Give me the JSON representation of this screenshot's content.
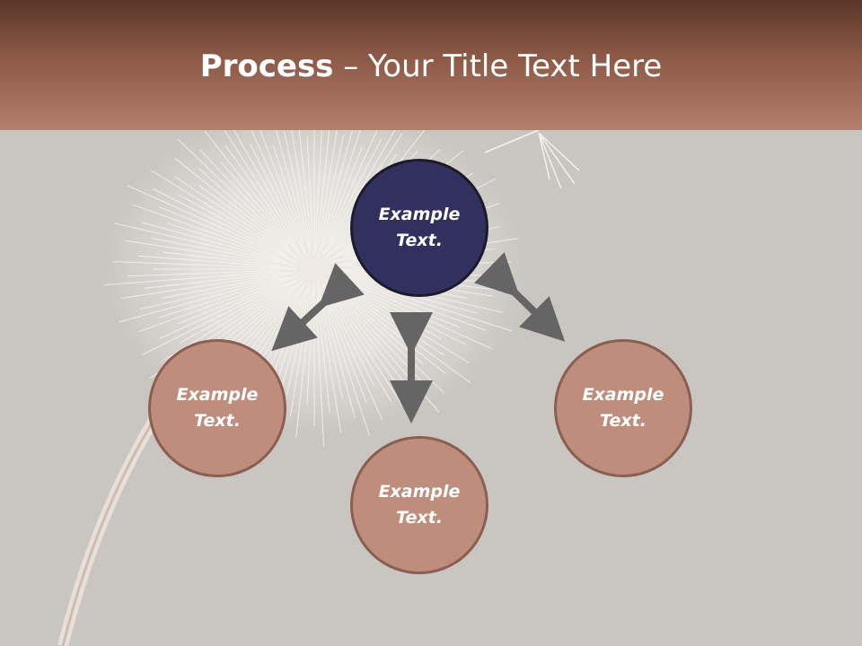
{
  "title": {
    "bold": "Process",
    "rest": " – Your Title Text Here"
  },
  "nodes": {
    "center": "Example\nText.",
    "left": "Example\nText.",
    "bottom": "Example\nText.",
    "right": "Example\nText."
  },
  "colors": {
    "header_top": "#5a372a",
    "header_bottom": "#b27f6d",
    "background": "#c9c5c1",
    "center_fill": "#32305f",
    "outer_fill": "#bf8d7c",
    "arrow": "#656565"
  }
}
